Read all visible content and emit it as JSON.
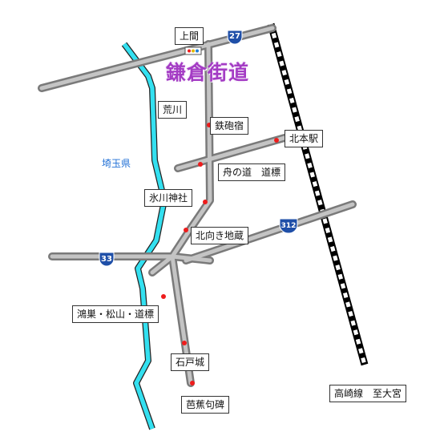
{
  "map": {
    "title": "鎌倉街道",
    "prefecture": "埼玉県",
    "river": "荒川",
    "railway": "高崎線　至大宮",
    "route_numbers": {
      "r27": "27",
      "r33": "33",
      "r312": "312"
    },
    "places": {
      "kamima": "上間",
      "teppojuku": "鉄砲宿",
      "kitamoto_station": "北本駅",
      "funenomichi": "舟の道　道標",
      "hikawa": "氷川神社",
      "kitamuki": "北向き地蔵",
      "konosu": "鴻巣・松山・道標",
      "ishido": "石戸城",
      "basho": "芭蕉句碑"
    }
  },
  "colors": {
    "road": "#808080",
    "road_inner": "#bcbcbc",
    "river": "#33e0f0",
    "railway": "#000000",
    "marker": "#ee1c1c",
    "route_badge": "#1f4fa8",
    "title": "#a43cc4",
    "prefecture": "#1f6fd6"
  }
}
